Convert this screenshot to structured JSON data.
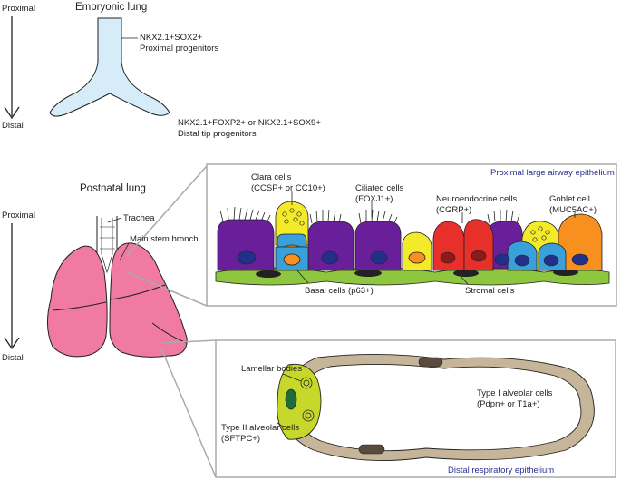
{
  "embryonic": {
    "title": "Embryonic lung",
    "axis_top": "Proximal",
    "axis_bottom": "Distal",
    "proximal_label_1": "NKX2.1+SOX2+",
    "proximal_label_2": "Proximal progenitors",
    "distal_label_1": "NKX2.1+FOXP2+ or NKX2.1+SOX9+",
    "distal_label_2": "Distal tip progenitors"
  },
  "postnatal": {
    "title": "Postnatal lung",
    "axis_top": "Proximal",
    "axis_bottom": "Distal",
    "trachea": "Trachea",
    "bronchi": "Main stem bronchi"
  },
  "airway": {
    "panel_title": "Proximal large airway epithelium",
    "clara_1": "Clara cells",
    "clara_2": "(CCSP+ or CC10+)",
    "ciliated_1": "Ciliated cells",
    "ciliated_2": "(FOXJ1+)",
    "neuro_1": "Neuroendocrine cells",
    "neuro_2": "(CGRP+)",
    "goblet_1": "Goblet cell",
    "goblet_2": "(MUC5AC+)",
    "basal": "Basal cells (p63+)",
    "stromal": "Stromal cells"
  },
  "alveolar": {
    "panel_title": "Distal respiratory epithelium",
    "lamellar": "Lamellar bodies",
    "type1_1": "Type I alveolar cells",
    "type1_2": "(Pdpn+ or T1a+)",
    "type2_1": "Type II alveolar cells",
    "type2_2": "(SFTPC+)"
  },
  "colors": {
    "lung_pink": "#f07aa1",
    "progenitor_blue": "#d6ecf8",
    "ciliated_purple": "#6a1f9a",
    "clara_yellow": "#f3ea29",
    "basal_blue": "#3aa0dc",
    "neuro_red": "#e8302b",
    "goblet_orange": "#f7901e",
    "stroma_green": "#8ec63f",
    "type1_tan": "#c7b59a",
    "type2_green": "#c8d82b",
    "nucleus_navy": "#22308a",
    "panel_title_blue": "#2b2f8f"
  }
}
